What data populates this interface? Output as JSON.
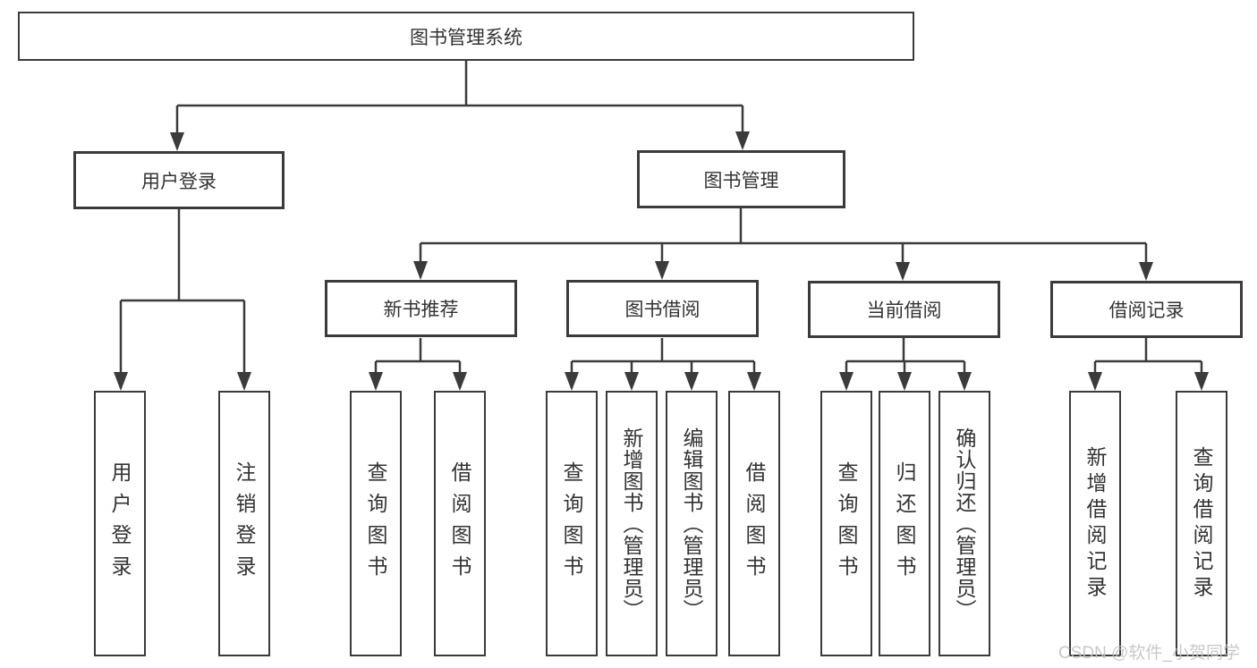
{
  "colors": {
    "line": "#3b3b3b",
    "text": "#333333",
    "watermark": "#c4c4c4",
    "bg": "#ffffff"
  },
  "watermark": "CSDN @软件_小贺同学",
  "diagram": {
    "type": "hierarchy-tree",
    "root": "图书管理系统",
    "level2": {
      "user_login": "用户登录",
      "book_management": "图书管理"
    },
    "level3": {
      "new_book_recommend": "新书推荐",
      "book_borrowing": "图书借阅",
      "current_borrowing": "当前借阅",
      "borrowing_records": "借阅记录"
    },
    "leaves": {
      "user_login": "用户登录",
      "logout": "注销登录",
      "nb_query_books": "查询图书",
      "nb_borrow_books": "借阅图书",
      "bb_query_books": "查询图书",
      "bb_add_books": "新增图书（管理员）",
      "bb_edit_books": "编辑图书（管理员）",
      "bb_borrow_books": "借阅图书",
      "cb_query_books": "查询图书",
      "cb_return_books": "归还图书",
      "cb_confirm_return": "确认归还（管理员）",
      "br_add_record": "新增借阅记录",
      "br_query_record": "查询借阅记录"
    }
  }
}
